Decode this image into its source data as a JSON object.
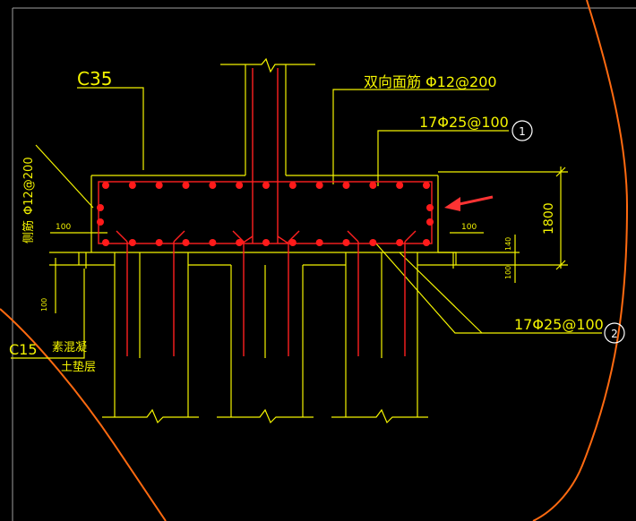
{
  "concrete_grade": "C35",
  "top_rebar_label": "双向面筋 Φ12@200",
  "rebar_1_label": "17Φ25@100",
  "rebar_1_marker": "1",
  "rebar_2_label": "17Φ25@100",
  "rebar_2_marker": "2",
  "side_rebar_label": "Φ12@200",
  "side_rebar_prefix": "侧筋",
  "dim_cover_left": "100",
  "dim_cover_right": "100",
  "dim_cap_height": "1800",
  "dim_bottom_right_a": "140",
  "dim_bottom_right_b": "100",
  "dim_cushion_left": "100",
  "cushion_grade": "C15",
  "cushion_label_1": "素混凝",
  "cushion_label_2": "土垫层",
  "colors": {
    "background": "#000000",
    "linework": "#f4f400",
    "rebar": "#ff2020",
    "rebar_dot": "#ff1a1a",
    "boundary": "#ff6a10",
    "marker": "#ffffff",
    "arrow": "#ff3333"
  },
  "top_bar_count": 13,
  "bottom_bar_count": 13,
  "side_bar_count": 2
}
